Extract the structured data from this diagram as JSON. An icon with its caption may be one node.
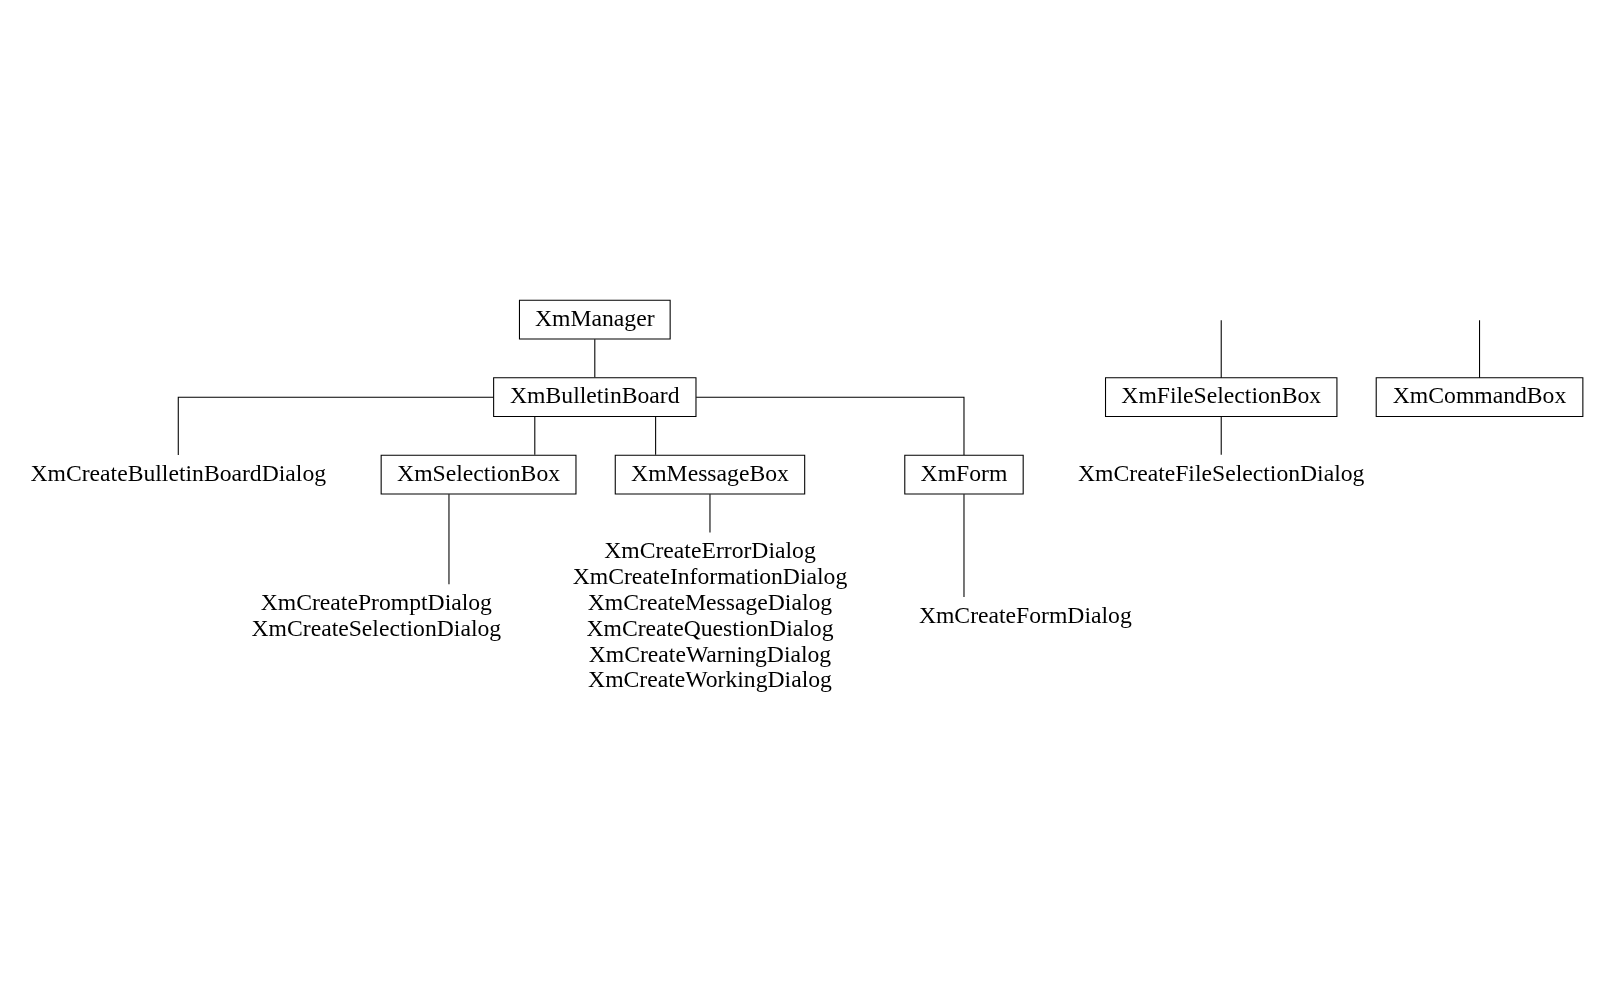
{
  "diagram": {
    "nodes": [
      {
        "text": [
          "XmManager"
        ]
      },
      {
        "text": [
          "XmBulletinBoard"
        ]
      },
      {
        "text": [
          "XmCreateBulletinBoardDialog"
        ]
      },
      {
        "text": [
          "XmSelectionBox"
        ]
      },
      {
        "text": [
          "XmMessageBox"
        ]
      },
      {
        "text": [
          "XmForm"
        ]
      },
      {
        "text": [
          "XmCreatePromptDialog",
          "XmCreateSelectionDialog"
        ]
      },
      {
        "text": [
          "XmCreateErrorDialog",
          "XmCreateInformationDialog",
          "XmCreateMessageDialog",
          "XmCreateQuestionDialog",
          "XmCreateWarningDialog",
          "XmCreateWorkingDialog"
        ]
      },
      {
        "text": [
          "XmCreateFormDialog"
        ]
      },
      {
        "text": [
          "XmFileSelectionBox"
        ]
      },
      {
        "text": [
          "XmCommandBox"
        ]
      },
      {
        "text": [
          "XmCreateFileSelectionDialog"
        ]
      }
    ],
    "edges": [
      {
        "from": 0,
        "to": 1,
        "arrow": "none"
      },
      {
        "from": 1,
        "to": 2,
        "arrow": "none"
      },
      {
        "from": 1,
        "to": 3,
        "arrow": "none"
      },
      {
        "from": 1,
        "to": 4,
        "arrow": "none"
      },
      {
        "from": 1,
        "to": 5,
        "arrow": "none"
      },
      {
        "from": 3,
        "to": 6,
        "arrow": "none"
      },
      {
        "from": 4,
        "to": 7,
        "arrow": "none"
      },
      {
        "from": 5,
        "to": 8,
        "arrow": "none"
      },
      {
        "from": null,
        "to": 9,
        "arrow": "none"
      },
      {
        "from": null,
        "to": 10,
        "arrow": "none"
      },
      {
        "from": 9,
        "to": 11,
        "arrow": "none"
      }
    ]
  }
}
